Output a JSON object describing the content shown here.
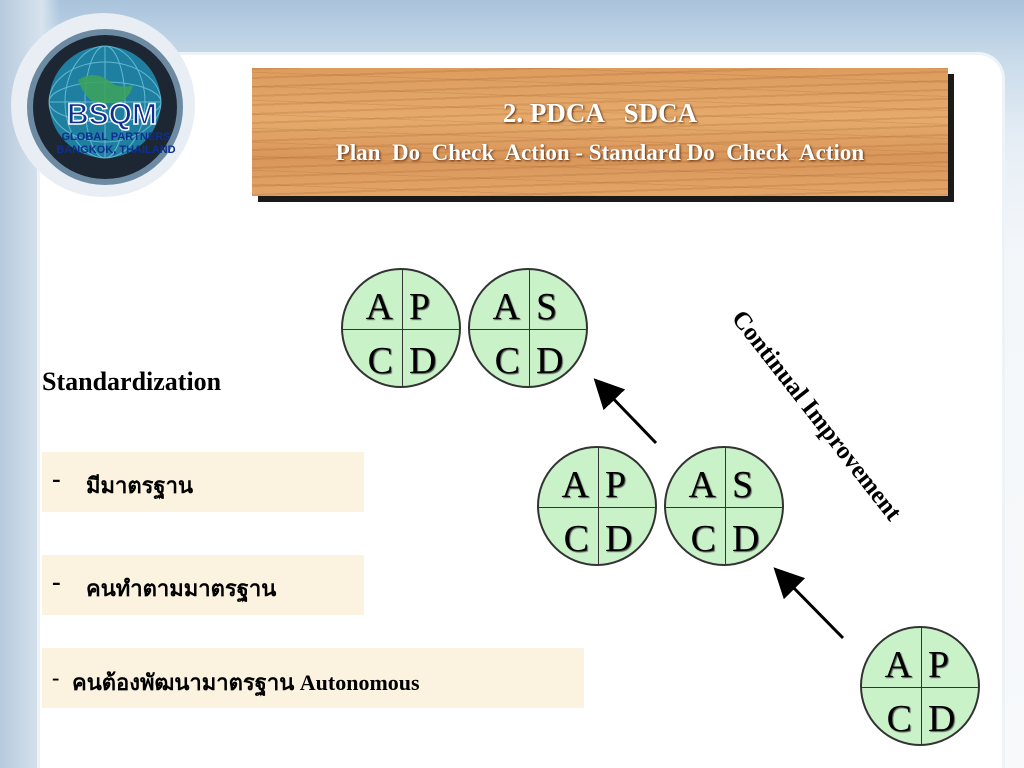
{
  "logo": {
    "name": "BSQM",
    "line1": "GLOBAL PARTNERS",
    "line2": "BANGKOK, THAILAND"
  },
  "title": {
    "line1": "2. PDCA   SDCA",
    "line2": "Plan  Do  Check  Action - Standard Do  Check  Action"
  },
  "heading": "Standardization",
  "bullets": [
    {
      "dash": "-",
      "text": "มีมาตรฐาน"
    },
    {
      "dash": "-",
      "text": "คนทำตามมาตรฐาน"
    },
    {
      "dash": "-",
      "text": "คนต้องพัฒนามาตรฐาน Autonomous"
    }
  ],
  "cycles": [
    {
      "tl": "A",
      "tr": "P",
      "bl": "C",
      "br": "D"
    },
    {
      "tl": "A",
      "tr": "S",
      "bl": "C",
      "br": "D"
    },
    {
      "tl": "A",
      "tr": "P",
      "bl": "C",
      "br": "D"
    },
    {
      "tl": "A",
      "tr": "S",
      "bl": "C",
      "br": "D"
    },
    {
      "tl": "A",
      "tr": "P",
      "bl": "C",
      "br": "D"
    }
  ],
  "improvement_label": "Continual Improvement",
  "colors": {
    "circle_fill": "#c9f2c9",
    "wood": "#dc9c5e",
    "bullet_bg": "#fbf3df"
  }
}
